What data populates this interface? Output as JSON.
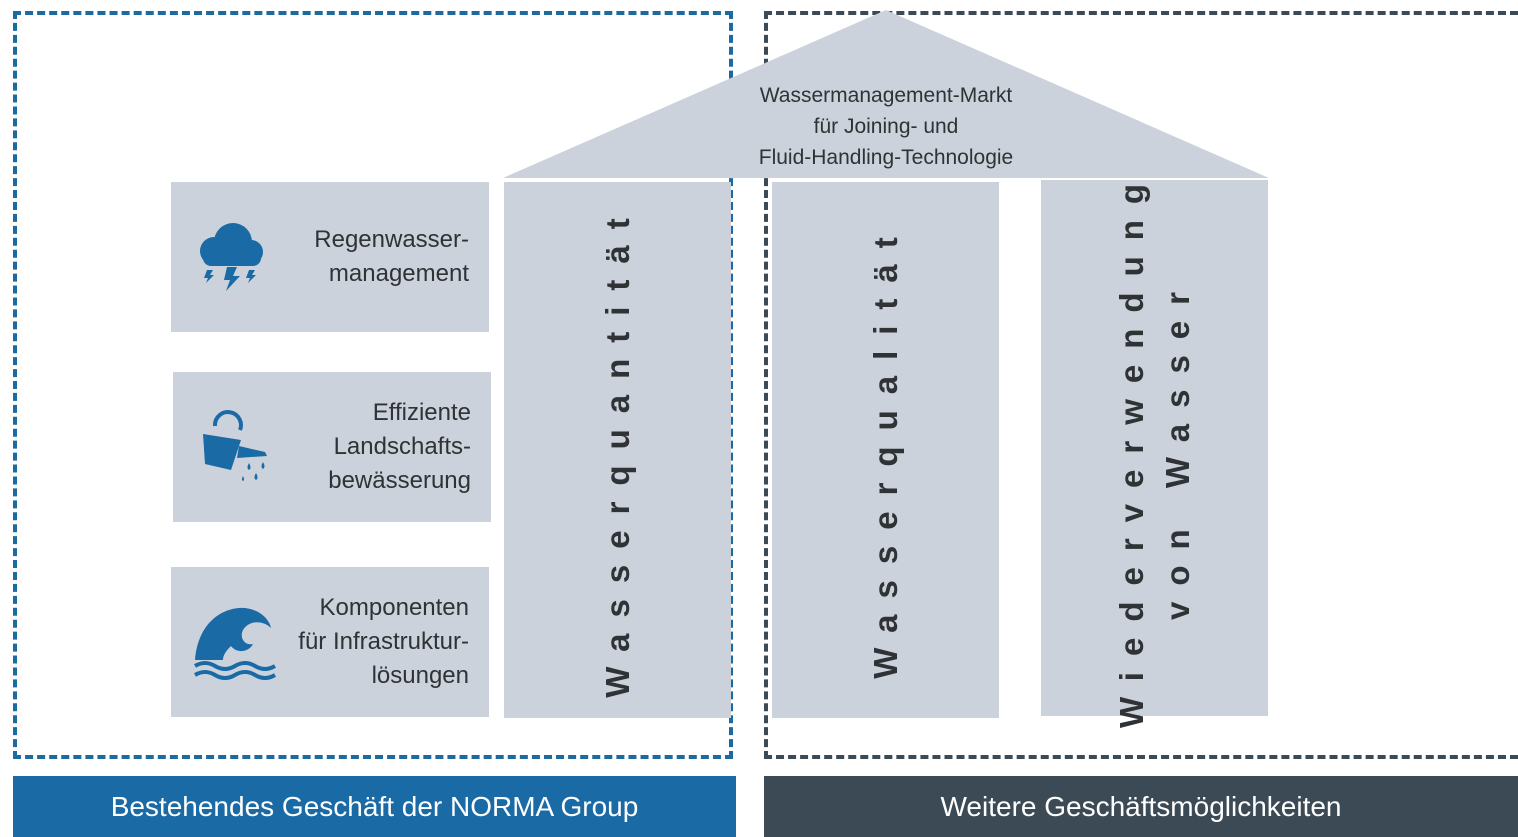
{
  "roof": {
    "lines": [
      "Wassermanagement-Markt",
      "für Joining- und",
      "Fluid-Handling-Technologie"
    ]
  },
  "pillars": [
    {
      "label": "Wasserquantität"
    },
    {
      "label": "Wasserqualität"
    },
    {
      "label_line1": "Wiederverwendung",
      "label_line2": "von Wasser"
    }
  ],
  "side_boxes": [
    {
      "icon": "storm-cloud-icon",
      "label": "Regenwasser-\nmanagement"
    },
    {
      "icon": "watering-can-icon",
      "label": "Effiziente\nLandschafts-\nbewässerung"
    },
    {
      "icon": "wave-icon",
      "label": "Komponenten\nfür Infrastruktur-\nlösungen"
    }
  ],
  "banners": {
    "left": "Bestehendes Geschäft der NORMA Group",
    "right": "Weitere Geschäftsmöglichkeiten"
  },
  "colors": {
    "box_fill": "#ccd2db",
    "icon_blue": "#1a6aa6",
    "left_banner": "#1a6aa6",
    "right_banner": "#3c4a55",
    "left_border": "#1d6aa0",
    "right_border": "#3c4a55"
  }
}
